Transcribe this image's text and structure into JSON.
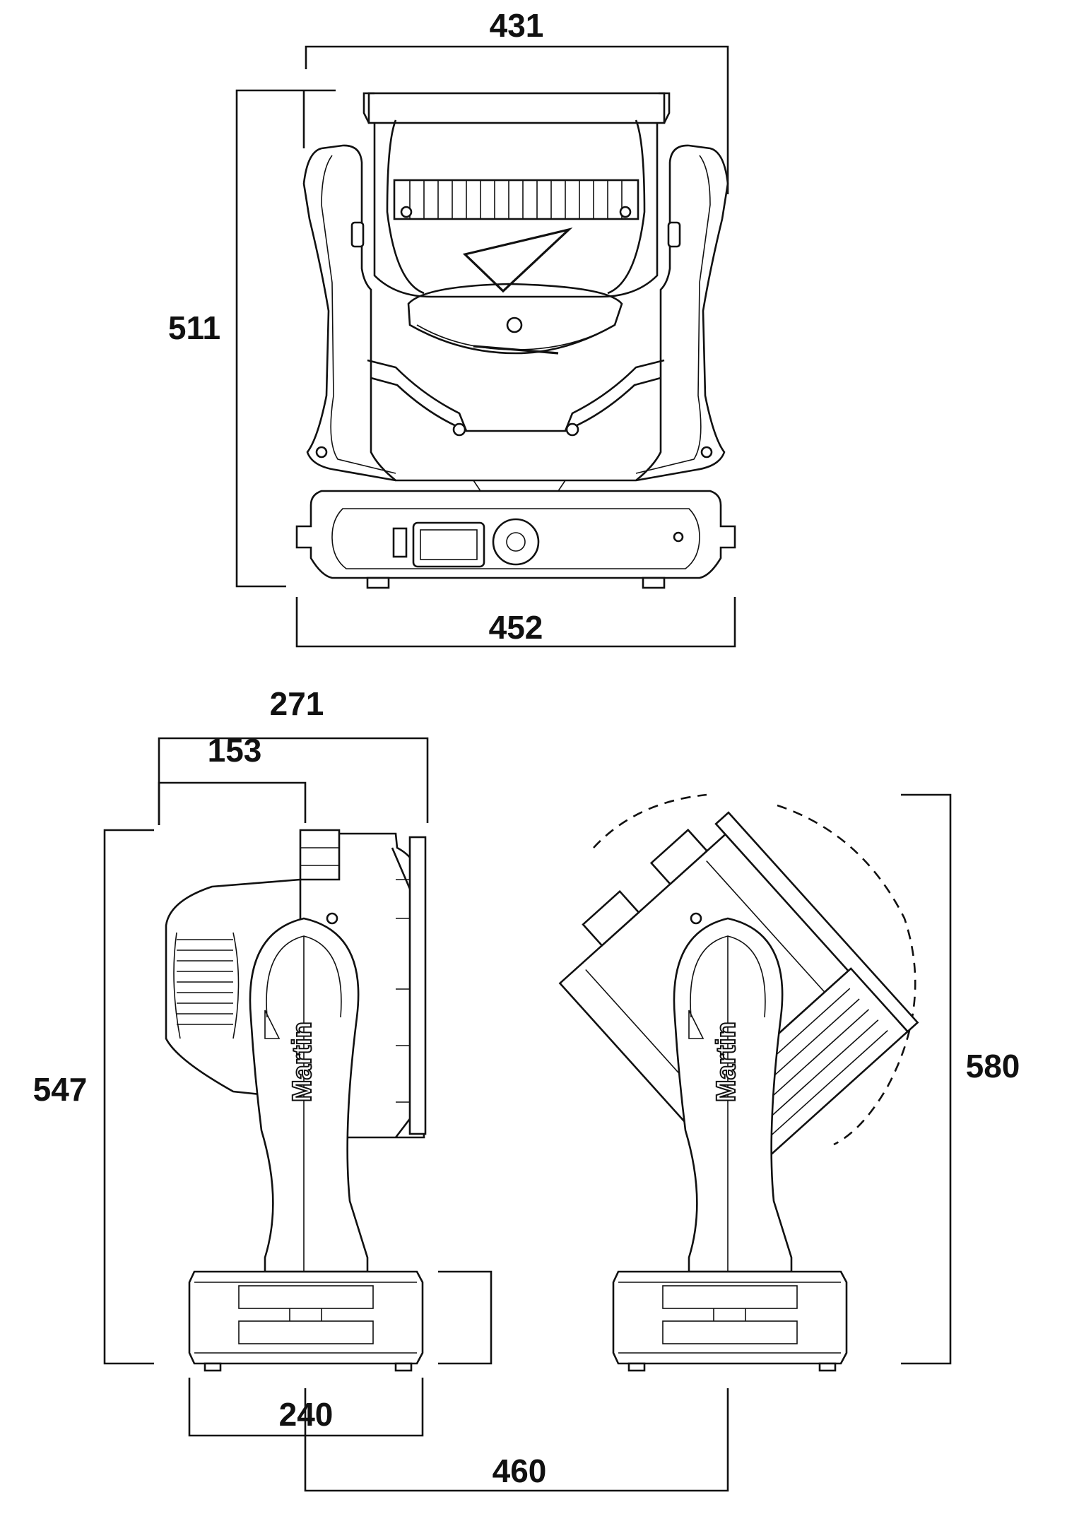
{
  "dimensions": {
    "front_top_width": "431",
    "front_height": "511",
    "front_base_width": "452",
    "side_overall_depth": "271",
    "side_pivot_depth": "153",
    "side_height": "547",
    "base_depth": "240",
    "tilted_width": "460",
    "tilted_height": "580"
  },
  "logo": {
    "side_left": "Martin",
    "side_right": "Martin"
  },
  "colors": {
    "line": "#111111",
    "background": "#ffffff"
  }
}
